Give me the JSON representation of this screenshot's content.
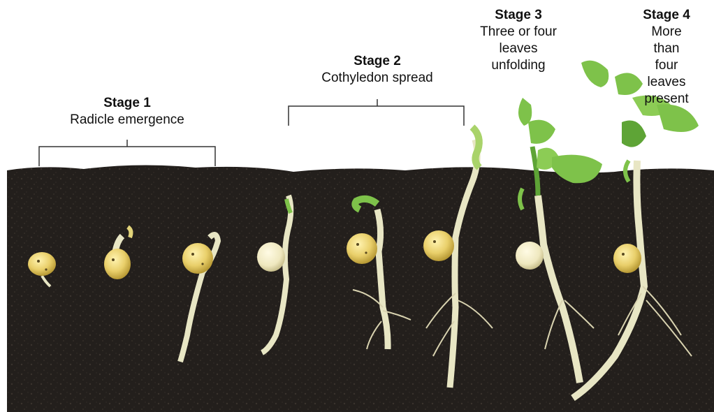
{
  "stages": [
    {
      "title": "Stage 1",
      "description_lines": [
        "Radicle emergence"
      ]
    },
    {
      "title": "Stage 2",
      "description_lines": [
        "Cothyledon spread"
      ]
    },
    {
      "title": "Stage 3",
      "description_lines": [
        "Three or four",
        "leaves",
        "unfolding"
      ]
    },
    {
      "title": "Stage 4",
      "description_lines": [
        "More than",
        "four leaves",
        "present"
      ]
    }
  ],
  "colors": {
    "soil": "#231f1c",
    "soil_speck": "#3a332d",
    "stem": "#e8e6c4",
    "leaf": "#7ec24a",
    "leaf_dark": "#5ea436",
    "seed": "#e9cf6a",
    "text": "#111111"
  }
}
